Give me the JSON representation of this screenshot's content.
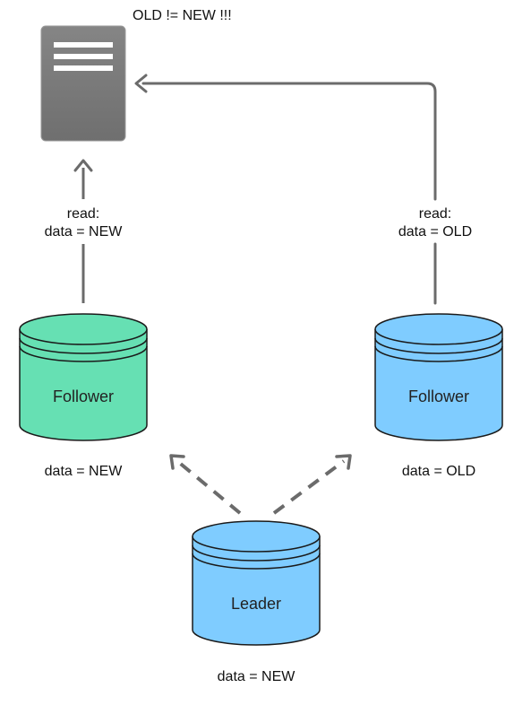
{
  "diagram": {
    "title_note": "OLD != NEW !!!",
    "left_read_line1": "read:",
    "left_read_line2": "data = NEW",
    "right_read_line1": "read:",
    "right_read_line2": "data = OLD",
    "follower_left": {
      "label": "Follower",
      "data_text": "data = NEW",
      "fill": "#66e0b3"
    },
    "follower_right": {
      "label": "Follower",
      "data_text": "data = OLD",
      "fill": "#7fccff"
    },
    "leader": {
      "label": "Leader",
      "data_text": "data = NEW",
      "fill": "#7fccff"
    },
    "colors": {
      "arrow": "#6b6b6b",
      "server": "#7a7a7a",
      "outline": "#1a1a1a"
    }
  }
}
